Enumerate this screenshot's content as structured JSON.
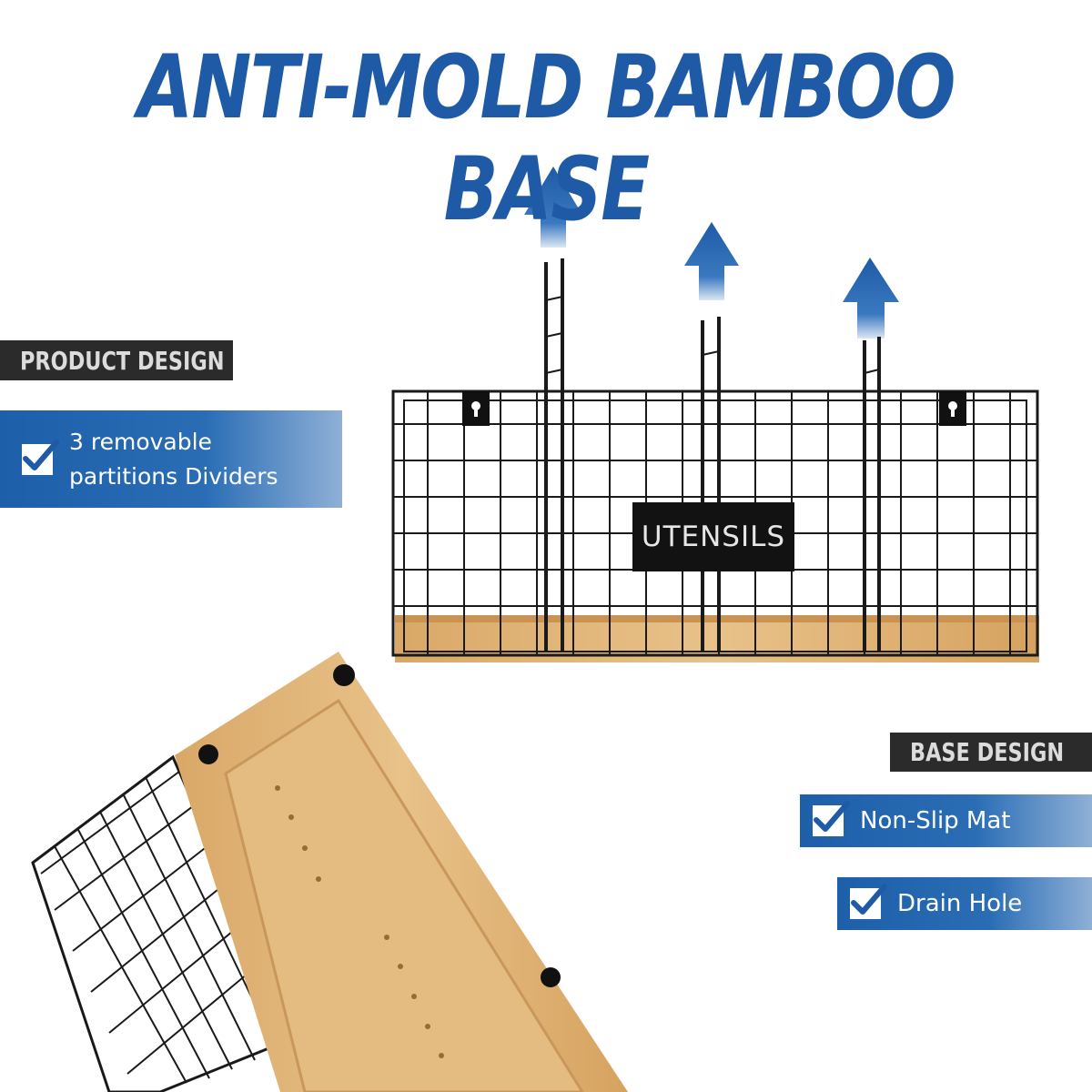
{
  "headline": "ANTI-MOLD BAMBOO BASE",
  "product_design": {
    "tag": "PRODUCT DESIGN",
    "features": [
      {
        "line1": "3 removable",
        "line2": "partitions Dividers",
        "icon": "checkbox-icon"
      }
    ]
  },
  "base_design": {
    "tag": "BASE DESIGN",
    "features": [
      {
        "text": "Non-Slip Mat",
        "icon": "checkbox-icon"
      },
      {
        "text": "Drain Hole",
        "icon": "checkbox-icon"
      }
    ]
  },
  "product_label": "UTENSILS",
  "colors": {
    "brand_blue": "#1f5aa6",
    "tag_dark": "#2b2b2b",
    "bamboo": "#e3b97a",
    "wire": "#1a1a1a"
  }
}
